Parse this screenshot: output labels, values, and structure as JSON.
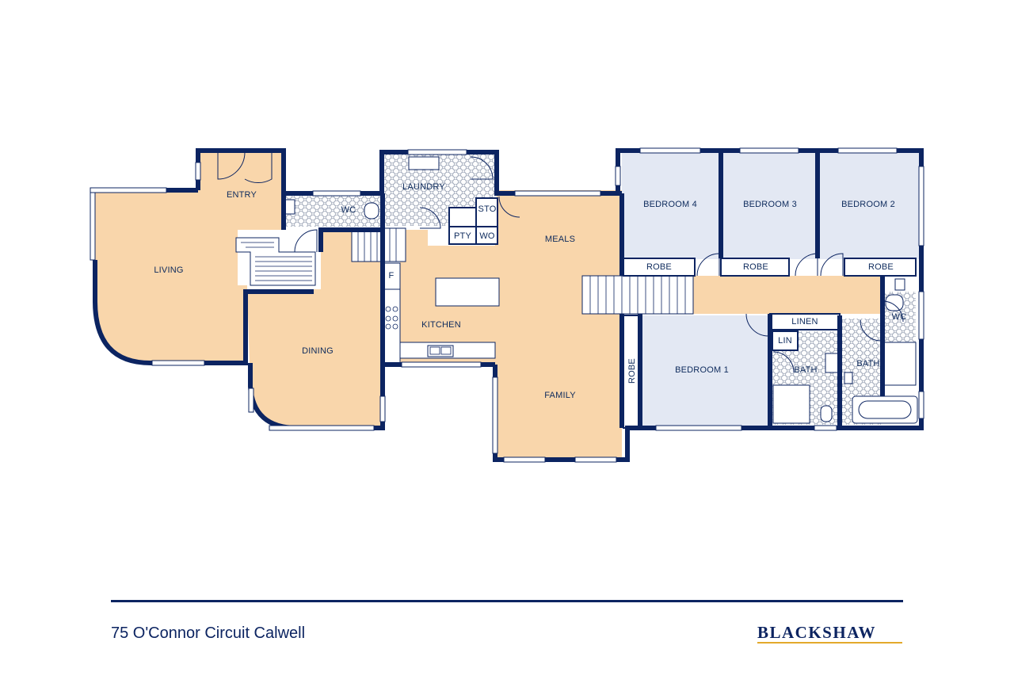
{
  "colors": {
    "wall": "#0c2461",
    "living_zone": "#f9d6ab",
    "bedroom_zone": "#e3e8f3",
    "tile": "#ffffff",
    "brand_accent": "#e3a92b"
  },
  "rooms": {
    "entry": "ENTRY",
    "living": "LIVING",
    "wc1": "WC",
    "laundry": "LAUNDRY",
    "sto": "STO",
    "pty": "PTY",
    "wo": "WO",
    "meals": "MEALS",
    "dining": "DINING",
    "f": "F",
    "kitchen": "KITCHEN",
    "family": "FAMILY",
    "bedroom4": "BEDROOM 4",
    "bedroom3": "BEDROOM 3",
    "bedroom2": "BEDROOM 2",
    "robe4": "ROBE",
    "robe3": "ROBE",
    "robe2": "ROBE",
    "linen": "LINEN",
    "lin": "LIN",
    "bedroom1": "BEDROOM 1",
    "robe1": "ROBE",
    "bath1": "BATH",
    "bath2": "BATH",
    "wc2": "WC"
  },
  "footer": {
    "address": "75 O'Connor Circuit Calwell",
    "brand": "BLACKSHAW"
  }
}
